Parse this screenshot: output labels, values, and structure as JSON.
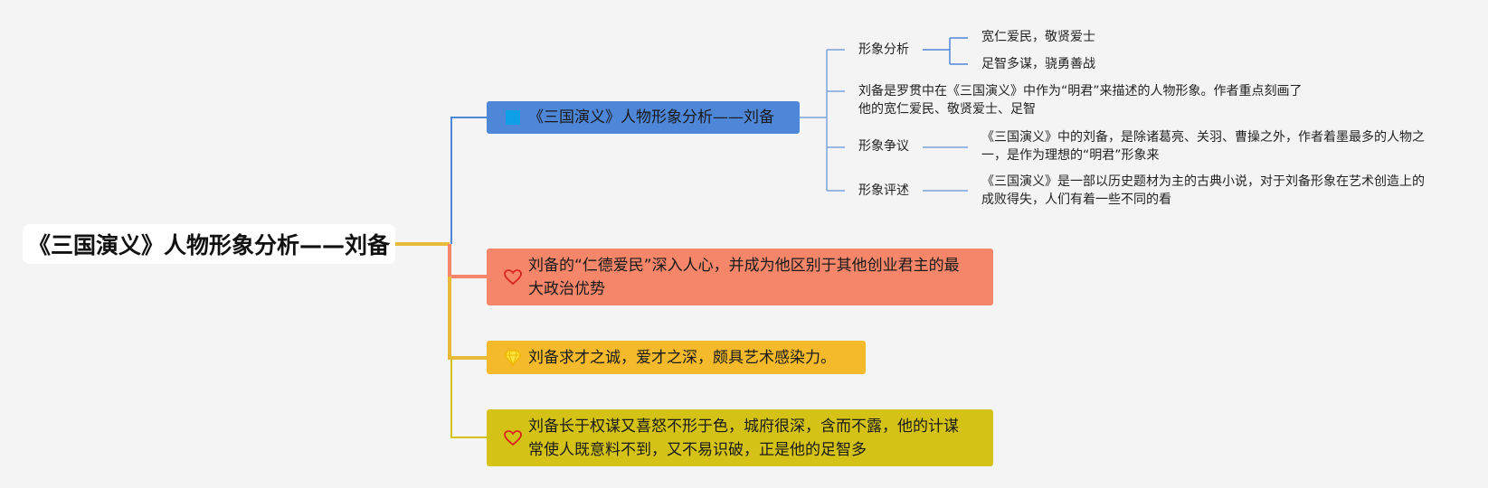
{
  "root": {
    "label": "《三国演义》人物形象分析——刘备"
  },
  "colors": {
    "blue": "#4e86d8",
    "salmon": "#f5866a",
    "orange": "#f4ba2b",
    "olive": "#d4c316",
    "root_connector": "#e9b93a"
  },
  "topics": [
    {
      "label": "《三国演义》人物形象分析——刘备",
      "icon": "blue-square-icon",
      "subtopics": [
        {
          "label": "形象分析",
          "children": [
            {
              "label": "宽仁爱民，敬贤爱士"
            },
            {
              "label": "足智多谋，骁勇善战"
            }
          ]
        },
        {
          "label": "刘备是罗贯中在《三国演义》中作为“明君”来描述的人物形象。作者重点刻画了他的宽仁爱民、敬贤爱士、足智"
        },
        {
          "label": "形象争议",
          "children": [
            {
              "label": "《三国演义》中的刘备，是除诸葛亮、关羽、曹操之外，作者着墨最多的人物之一，是作为理想的“明君”形象来"
            }
          ]
        },
        {
          "label": "形象评述",
          "children": [
            {
              "label": "《三国演义》是一部以历史题材为主的古典小说，对于刘备形象在艺术创造上的成败得失，人们有着一些不同的看"
            }
          ]
        }
      ]
    },
    {
      "label": "刘备的“仁德爱民”深入人心，并成为他区别于其他创业君主的最大政治优势",
      "icon": "heart-icon"
    },
    {
      "label": "刘备求才之诚，爱才之深，颇具艺术感染力。",
      "icon": "gem-icon"
    },
    {
      "label": "刘备长于权谋又喜怒不形于色，城府很深，含而不露，他的计谋常使人既意料不到，又不易识破，正是他的足智多",
      "icon": "heart-icon"
    }
  ]
}
